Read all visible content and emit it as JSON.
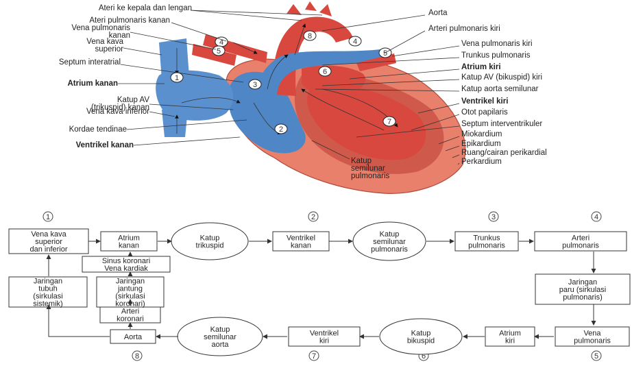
{
  "heart_labels_left": [
    "Ateri ke kepala dan lengan",
    "Ateri pulmonaris kanan",
    "Vena pulmonaris|kanan",
    "Vena kava|superior",
    "Septum interatrial",
    "Atrium kanan",
    "Katup AV|(trikuspid) kanan",
    "Vena kava inferior",
    "Kordae tendinae",
    "Ventrikel kanan"
  ],
  "heart_labels_right": [
    "Aorta",
    "Arteri pulmonaris kiri",
    "Vena pulmonaris kiri",
    "Trunkus pulmonaris",
    "Atrium kiri",
    "Katup AV (bikuspid) kiri",
    "Katup aorta semilunar",
    "Ventrikel kiri",
    "Otot papilaris",
    "Septum interventrikuler",
    "Miokardium",
    "Epikardium",
    "Ruang/cairan perikardial",
    "Perkardium"
  ],
  "heart_label_bottom": "Katup|semilunar|pulmonaris",
  "heart_circle_numbers": [
    "1",
    "2",
    "3",
    "4",
    "4",
    "5",
    "5",
    "6",
    "7",
    "8"
  ],
  "flow_markers": [
    "1",
    "2",
    "3",
    "4",
    "5",
    "6",
    "7",
    "8"
  ],
  "flow_nodes": {
    "vena_kava": "Vena kava|superior|dan inferior",
    "atrium_kanan": "Atrium|kanan",
    "katup_trikuspid": "Katup|trikuspid",
    "ventrikel_kanan": "Ventrikel|kanan",
    "katup_semilunar_pulm": "Katup|semilunar|pulmonaris",
    "trunkus": "Trunkus|pulmonaris",
    "arteri_pulm": "Arteri|pulmonaris",
    "jaringan_paru": "Jaringan|paru (sirkulasi|pulmonaris)",
    "vena_pulm": "Vena|pulmonaris",
    "atrium_kiri": "Atrium|kiri",
    "katup_bikuspid": "Katup|bikuspid",
    "ventrikel_kiri": "Ventrikel|kiri",
    "katup_semilunar_aorta": "Katup|semilunar|aorta",
    "aorta": "Aorta",
    "arteri_koronari": "Arteri|koronari",
    "jaringan_jantung": "Jaringan|jantung|(sirkulasi|koronari)",
    "sinus_koronari": "Sinus koronari|Vena kardiak",
    "jaringan_tubuh": "Jaringan|tubuh|(sirkulasi|sistemik)"
  },
  "colors": {
    "oxygenated": "#d8483f",
    "deoxygenated": "#4f86c6",
    "muscle": "#e8806c",
    "outline": "#333333"
  }
}
